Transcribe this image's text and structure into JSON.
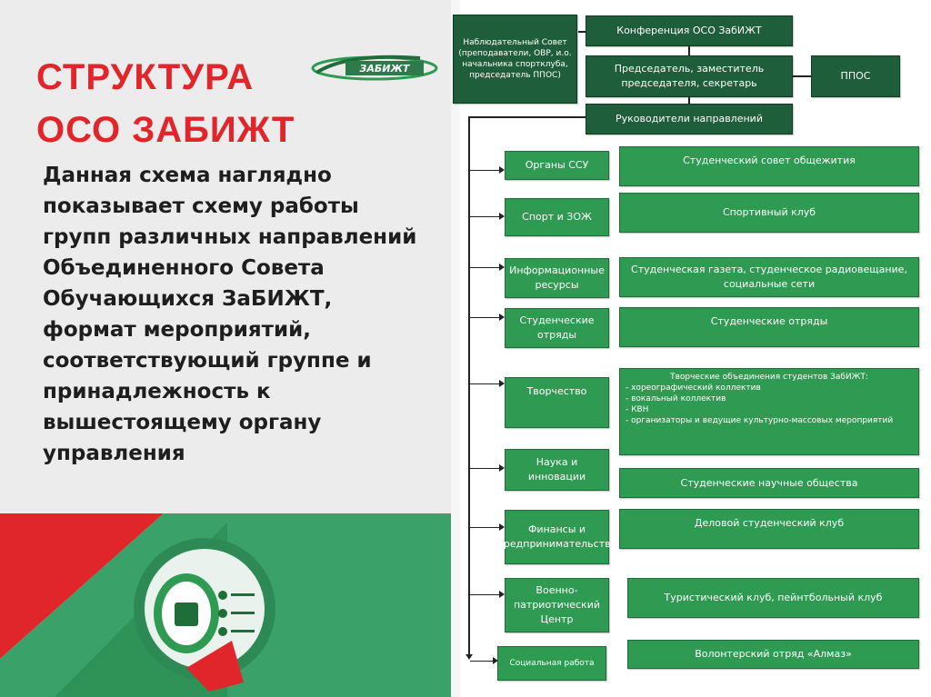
{
  "slide": {
    "title_line1": "СТРУКТУРА",
    "title_line2": "ОСО ЗАБИЖТ",
    "logo_text": "ЗАБИЖТ",
    "description": "Данная схема наглядно показывает схему работы групп различных направлений Объединенного Совета Обучающихся ЗаБИЖТ, формат мероприятий, соответствующий группе и принадлежность к вышестоящему органу управления"
  },
  "colors": {
    "title_red": "#e0262b",
    "box_green": "#2e9a52",
    "box_dark_green": "#1f5e3a",
    "deco_red": "#e0262b",
    "deco_green": "#3aa168"
  },
  "diagram": {
    "supervisory": "Наблюдательный Совет (преподаватели, ОВР, и.о. начальника спортклуба, председатель ППОС)",
    "conference": "Конференция ОСО ЗабИЖТ",
    "chair": "Председатель, заместитель председателя, секретарь",
    "ppos": "ППОС",
    "heads": "Руководители направлений",
    "branches": [
      {
        "left": "Органы ССУ",
        "right": "Студенческий совет общежития"
      },
      {
        "left": "Спорт и ЗОЖ",
        "right": "Спортивный клуб"
      },
      {
        "left": "Информационные ресурсы",
        "right": "Студенческая газета, студенческое радиовещание, социальные сети"
      },
      {
        "left": "Студенческие отряды",
        "right": "Студенческие отряды"
      },
      {
        "left": "Творчество",
        "right_title": "Творческие объединения студентов ЗабИЖТ:",
        "right_items": [
          "- хореографический коллектив",
          "- вокальный коллектив",
          "- КВН",
          "- организаторы и ведущие культурно-массовых мероприятий"
        ]
      },
      {
        "left": "Наука и инновации",
        "right": "Студенческие научные общества"
      },
      {
        "left": "Финансы и предпринимательство",
        "right": "Деловой студенческий клуб"
      },
      {
        "left": "Военно-патриотический Центр",
        "right": "Туристический клуб, пейнтбольный клуб"
      },
      {
        "left": "Социальная работа",
        "right": "Волонтерский отряд «Алмаз»"
      }
    ]
  }
}
